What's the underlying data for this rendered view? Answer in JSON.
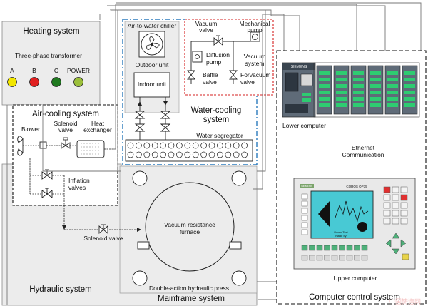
{
  "heating": {
    "title": "Heating system",
    "transformer": "Three-phase transformer",
    "lamps": [
      {
        "label": "A",
        "color": "#f2e600"
      },
      {
        "label": "B",
        "color": "#e02020"
      },
      {
        "label": "C",
        "color": "#1f7a1f"
      },
      {
        "label": "POWER",
        "color": "#9bbf3a"
      }
    ]
  },
  "air_cooling": {
    "title": "Air-cooling system",
    "blower": "Blower",
    "solenoid": "Solenoid\nvalve",
    "exchanger": "Heat\nexchanger",
    "inflation": "Inflation\nvalves"
  },
  "chiller": {
    "title": "Air-to-water chiller",
    "outdoor": "Outdoor unit",
    "indoor": "Indoor unit"
  },
  "vacuum": {
    "vacuum_valve": "Vacuum\nvalve",
    "mech_pump": "Mechanical\npump",
    "diffusion": "Diffusion\npump",
    "vac_system": "Vacuum\nsystem",
    "baffle": "Baffle\nvalve",
    "forvacuum": "Forvacuum\nvalve"
  },
  "water_cooling": {
    "title": "Water-cooling\nsystem",
    "segregator": "Water segregator"
  },
  "computer": {
    "lower": "Lower computer",
    "ethernet": "Ethernet\nCommunication",
    "upper": "Upper computer",
    "title": "Computer control system",
    "hmi_brand": "SIEMENS",
    "hmi_model": "COROS OP35",
    "hmi_caption": "Demo-Text\nmade by",
    "plc_brand": "SIEMENS"
  },
  "mainframe": {
    "solenoid": "Solenoid valve",
    "furnace": "Vacuum resistance\nfurnace",
    "press": "Double-action hydraulic press",
    "hydraulic": "Hydraulic system",
    "title": "Mainframe system"
  },
  "watermark": "中国铸造网"
}
